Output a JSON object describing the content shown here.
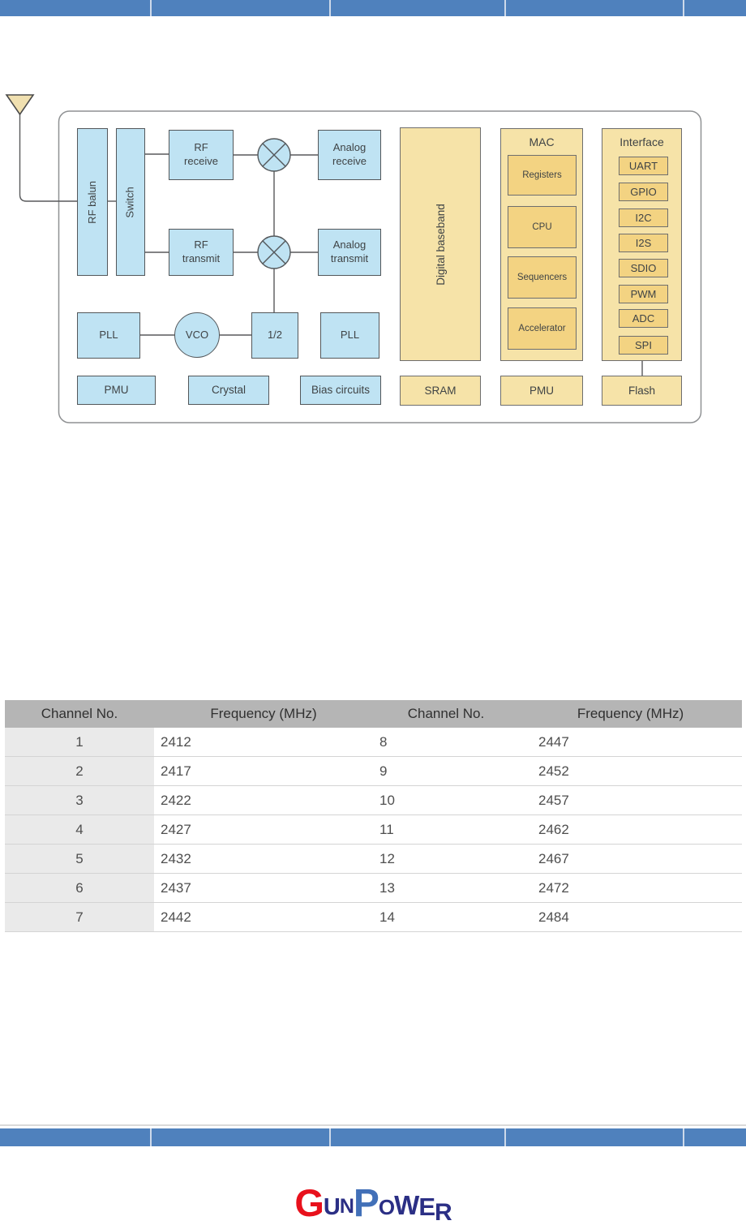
{
  "colors": {
    "bar_blue": "#4f81bd",
    "diagram_blue_fill": "#bfe3f3",
    "diagram_yellow_fill": "#f6e3a8",
    "diagram_yellow_inner": "#f3d382",
    "diagram_line": "#58595b",
    "table_header_bg": "#b5b5b5",
    "table_col1_bg": "#eaeaea",
    "logo_red": "#e8111c",
    "logo_navy": "#2b2f85",
    "logo_blue": "#4270b8"
  },
  "diagram": {
    "rf_balun": "RF balun",
    "switch": "Switch",
    "rf_receive": "RF receive",
    "analog_receive": "Analog receive",
    "rf_transmit": "RF transmit",
    "analog_transmit": "Analog transmit",
    "pll_left": "PLL",
    "vco": "VCO",
    "div2": "1/2",
    "pll_right": "PLL",
    "pmu_left": "PMU",
    "crystal": "Crystal",
    "bias_circuits": "Bias circuits",
    "digital_baseband": "Digital baseband",
    "sram": "SRAM",
    "mac_title": "MAC",
    "mac_items": [
      "Registers",
      "CPU",
      "Sequencers",
      "Accelerator"
    ],
    "pmu_right": "PMU",
    "interface_title": "Interface",
    "interface_items": [
      "UART",
      "GPIO",
      "I2C",
      "I2S",
      "SDIO",
      "PWM",
      "ADC",
      "SPI"
    ],
    "flash": "Flash"
  },
  "table": {
    "headers": [
      "Channel No.",
      "Frequency (MHz)",
      "Channel No.",
      "Frequency (MHz)"
    ],
    "rows": [
      {
        "ch1": "1",
        "f1": "2412",
        "ch2": "8",
        "f2": "2447"
      },
      {
        "ch1": "2",
        "f1": "2417",
        "ch2": "9",
        "f2": "2452"
      },
      {
        "ch1": "3",
        "f1": "2422",
        "ch2": "10",
        "f2": "2457"
      },
      {
        "ch1": "4",
        "f1": "2427",
        "ch2": "11",
        "f2": "2462"
      },
      {
        "ch1": "5",
        "f1": "2432",
        "ch2": "12",
        "f2": "2467"
      },
      {
        "ch1": "6",
        "f1": "2437",
        "ch2": "13",
        "f2": "2472"
      },
      {
        "ch1": "7",
        "f1": "2442",
        "ch2": "14",
        "f2": "2484"
      }
    ]
  },
  "logo": {
    "text": "GUNPOWER",
    "letters": [
      "G",
      "U",
      "N",
      "P",
      "O",
      "W",
      "E",
      "R"
    ]
  }
}
